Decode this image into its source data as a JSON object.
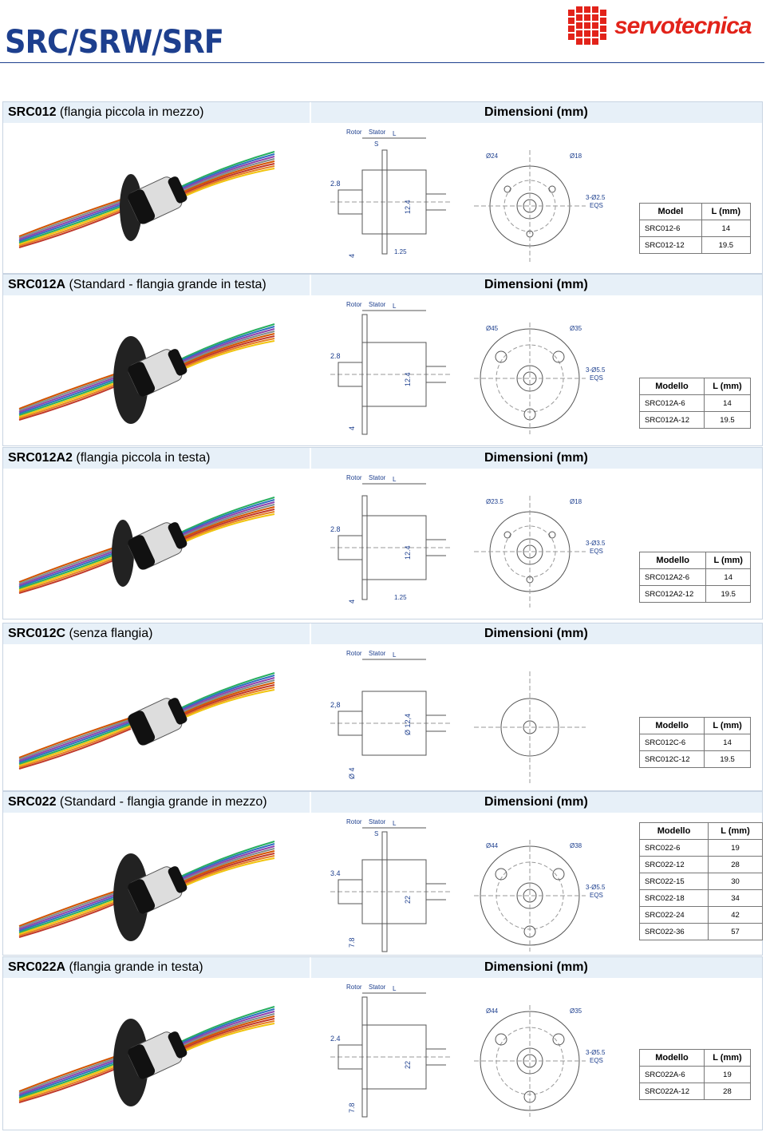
{
  "page": {
    "title": "SRC/SRW/SRF",
    "logo": "servotecnica"
  },
  "sections": [
    {
      "code": "SRC012",
      "desc": " (flangia piccola in mezzo)",
      "dim": "Dimensioni (mm)",
      "h_model": "Model",
      "h_len": "L (mm)",
      "rows": [
        [
          "SRC012-6",
          "14"
        ],
        [
          "SRC012-12",
          "19.5"
        ]
      ],
      "labels": {
        "rotor": "Rotor",
        "stator": "Stator",
        "s": "S",
        "l": "L",
        "a": "2.8",
        "b": "12.4",
        "c": "4",
        "d": "1.25",
        "e": "Ø24",
        "f": "Ø18",
        "g": "3-Ø2.5",
        "h": "EQS"
      }
    },
    {
      "code": "SRC012A",
      "desc": " (Standard - flangia grande in testa)",
      "dim": "Dimensioni (mm)",
      "h_model": "Modello",
      "h_len": "L (mm)",
      "rows": [
        [
          "SRC012A-6",
          "14"
        ],
        [
          "SRC012A-12",
          "19.5"
        ]
      ],
      "labels": {
        "rotor": "Rotor",
        "stator": "Stator",
        "l": "L",
        "a": "2.8",
        "b": "12.4",
        "c": "4",
        "e": "Ø45",
        "f": "Ø35",
        "g": "3-Ø5.5",
        "h": "EQS"
      }
    },
    {
      "code": "SRC012A2",
      "desc": " (flangia piccola in testa)",
      "dim": "Dimensioni (mm)",
      "h_model": "Modello",
      "h_len": "L (mm)",
      "rows": [
        [
          "SRC012A2-6",
          "14"
        ],
        [
          "SRC012A2-12",
          "19.5"
        ]
      ],
      "labels": {
        "rotor": "Rotor",
        "stator": "Stator",
        "l": "L",
        "a": "2.8",
        "b": "12.4",
        "c": "4",
        "d": "1.25",
        "e": "Ø23.5",
        "f": "Ø18",
        "g": "3-Ø3.5",
        "h": "EQS"
      }
    },
    {
      "code": "SRC012C",
      "desc": " (senza flangia)",
      "dim": "Dimensioni (mm)",
      "h_model": "Modello",
      "h_len": "L (mm)",
      "rows": [
        [
          "SRC012C-6",
          "14"
        ],
        [
          "SRC012C-12",
          "19.5"
        ]
      ],
      "labels": {
        "rotor": "Rotor",
        "stator": "Stator",
        "l": "L",
        "a": "2,8",
        "b": "Ø 12,4",
        "c": "Ø 4"
      }
    },
    {
      "code": "SRC022",
      "desc": " (Standard - flangia grande in mezzo)",
      "dim": "Dimensioni (mm)",
      "h_model": "Modello",
      "h_len": "L (mm)",
      "rows": [
        [
          "SRC022-6",
          "19"
        ],
        [
          "SRC022-12",
          "28"
        ],
        [
          "SRC022-15",
          "30"
        ],
        [
          "SRC022-18",
          "34"
        ],
        [
          "SRC022-24",
          "42"
        ],
        [
          "SRC022-36",
          "57"
        ]
      ],
      "labels": {
        "rotor": "Rotor",
        "stator": "Stator",
        "s": "S",
        "l": "L",
        "a": "3.4",
        "b": "22",
        "c": "7.8",
        "e": "Ø44",
        "f": "Ø38",
        "g": "3-Ø5.5",
        "h": "EQS"
      }
    },
    {
      "code": "SRC022A",
      "desc": " (flangia grande in testa)",
      "dim": "Dimensioni (mm)",
      "h_model": "Modello",
      "h_len": "L (mm)",
      "rows": [
        [
          "SRC022A-6",
          "19"
        ],
        [
          "SRC022A-12",
          "28"
        ]
      ],
      "labels": {
        "rotor": "Rotor",
        "stator": "Stator",
        "l": "L",
        "a": "2.4",
        "b": "22",
        "c": "7.8",
        "e": "Ø44",
        "f": "Ø35",
        "g": "3-Ø5.5",
        "h": "EQS"
      }
    }
  ]
}
